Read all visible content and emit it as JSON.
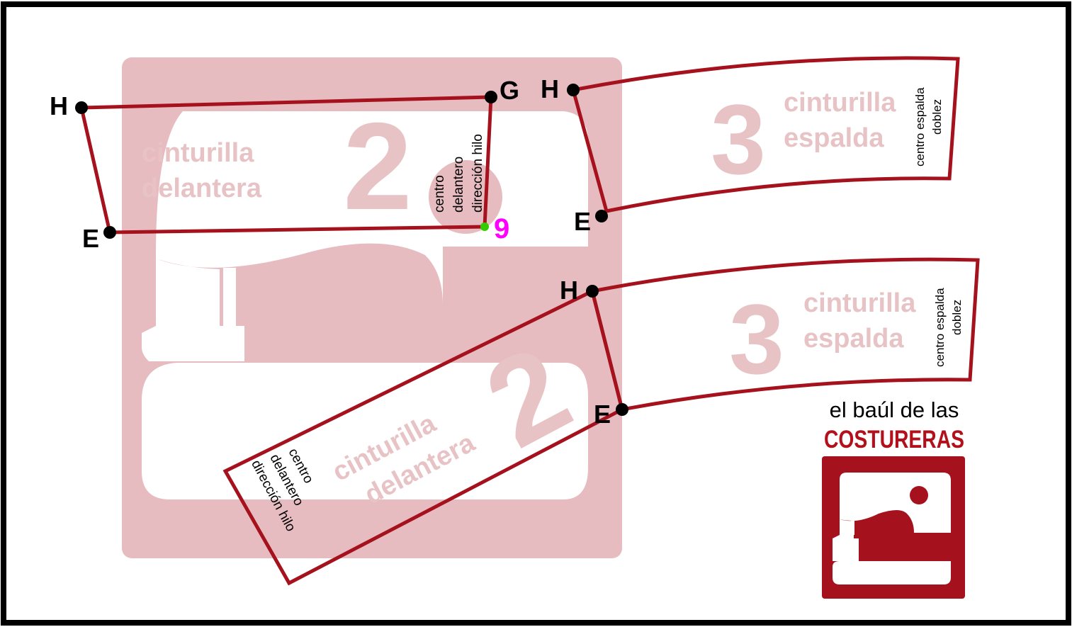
{
  "colors": {
    "frame": "#000000",
    "pattern_outline": "#a5121d",
    "watermark_fill": "#e6bcc1",
    "watermark_text": "#e8c3c6",
    "point": "#000000",
    "marker_green": "#33cc00",
    "marker_magenta": "#ff00ff",
    "brand": "#b2101a"
  },
  "pieces": {
    "front_a": {
      "number": "2",
      "title_line1": "cinturilla",
      "title_line2": "delantera",
      "note_line1": "centro",
      "note_line2": "delantero",
      "note_line3": "dirección hilo"
    },
    "back_a": {
      "number": "3",
      "title_line1": "cinturilla",
      "title_line2": "espalda",
      "note_line1": "centro espalda",
      "note_line2": "doblez"
    },
    "back_b": {
      "number": "3",
      "title_line1": "cinturilla",
      "title_line2": "espalda",
      "note_line1": "centro espalda",
      "note_line2": "doblez"
    },
    "front_b": {
      "number": "2",
      "title_line1": "cinturilla",
      "title_line2": "delantera",
      "note_line1": "centro",
      "note_line2": "delantero",
      "note_line3": "dirección hilo"
    }
  },
  "points": {
    "front_a_h": "H",
    "front_a_g": "G",
    "front_a_e": "E",
    "back_a_h": "H",
    "back_a_e": "E",
    "back_b_h": "H",
    "back_b_e": "E",
    "marker_9": "9"
  },
  "brand": {
    "line1": "el baúl de las",
    "line2": "COSTURERAS",
    "icon": "sewing-machine-icon"
  }
}
